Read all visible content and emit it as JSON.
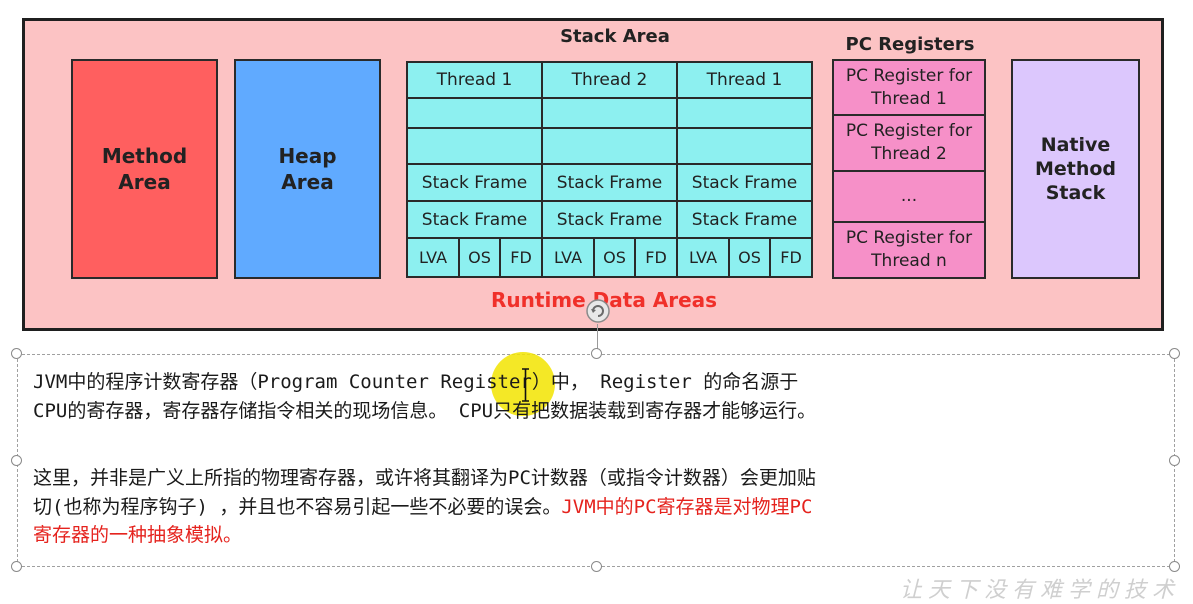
{
  "diagram": {
    "method_area": "Method\nArea",
    "heap_area": "Heap\nArea",
    "stack_area_title": "Stack Area",
    "threads": [
      "Thread 1",
      "Thread 2",
      "Thread 1"
    ],
    "stack_frame": "Stack Frame",
    "lva": "LVA",
    "os": "OS",
    "fd": "FD",
    "pc_registers_title": "PC Registers",
    "pc_register_items": [
      "PC Register for\nThread 1",
      "PC Register for\nThread 2",
      "...",
      "PC Register for\nThread n"
    ],
    "native_method_stack": "Native\nMethod\nStack",
    "runtime_data_areas": "Runtime Data Areas"
  },
  "text": {
    "p1_line1": "JVM中的程序计数寄存器（Program Counter Register）中， Register 的命名源于",
    "p1_line2": "CPU的寄存器，寄存器存储指令相关的现场信息。 CPU只有把数据装载到寄存器才能够运行。",
    "p2_line1": "这里，并非是广义上所指的物理寄存器，或许将其翻译为PC计数器（或指令计数器）会更加贴",
    "p2_line2_normal": "切(也称为程序钩子) ，并且也不容易引起一些不必要的误会。",
    "p2_line2_red": "JVM中的PC寄存器是对物理PC",
    "p2_line3_red": "寄存器的一种抽象模拟。"
  },
  "watermark": "让天下没有难学的技术",
  "colors": {
    "runtime_bg": "#fcc3c4",
    "method_area": "#ff5f5f",
    "heap_area": "#60aaff",
    "stack_cells": "#8df0f0",
    "pc_cells": "#f690c8",
    "native_stack": "#dcc7fd",
    "highlight_text": "#e5231e"
  }
}
